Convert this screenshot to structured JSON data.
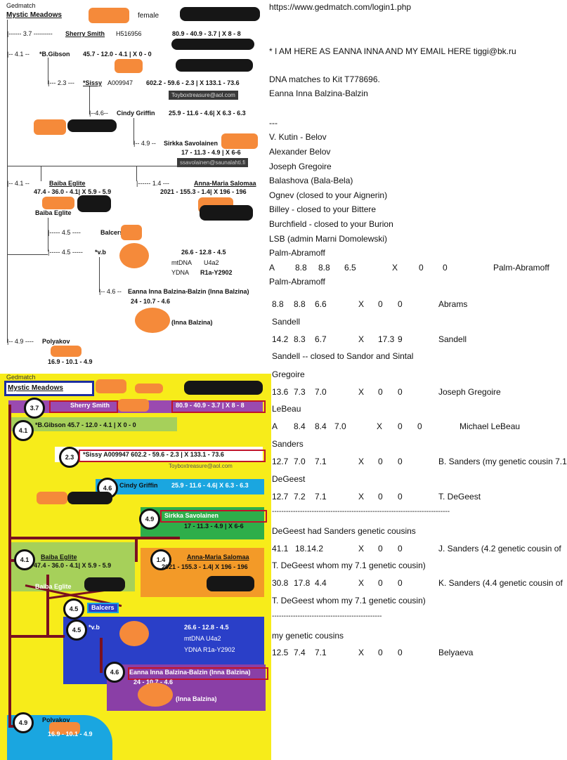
{
  "top_tree": {
    "site": "Gedmatch",
    "title": "Mystic Meadows",
    "gender": "female",
    "rows": [
      {
        "prefix": "|------ 3.7 ---------",
        "name": "Sherry Smith",
        "kit": "H516956",
        "values": "80.9 - 40.9 - 3.7  |  X 8 - 8"
      },
      {
        "prefix": "|-- 4.1 --",
        "name": "*B.Gibson",
        "values": "45.7 - 12.0 - 4.1  |  X  0 - 0"
      },
      {
        "prefix": "|--- 2.3 ---",
        "name": "*Sissy",
        "kit": "A009947",
        "values": "602.2 - 59.6 - 2.3  |  X 133.1 - 73.6",
        "email": "Toyboxtreasure@aol.com"
      },
      {
        "prefix": "|--4.6--",
        "name": "Cindy  Griffin",
        "values": "25.9 - 11.6 - 4.6| X 6.3 - 6.3"
      },
      {
        "prefix": "|-- 4.9 --",
        "name": "Sirkka Savolainen",
        "values": "17 - 11.3 - 4.9 | X 6-6",
        "email": "ssavolainen@saunalahti.fi"
      },
      {
        "prefix": "|-- 4.1 --",
        "name": "Baiba Eglite",
        "values": "47.4 - 36.0 - 4.1| X 5.9 - 5.9",
        "label": "Baiba Eglite"
      },
      {
        "prefix": "|------ 1.4 ---",
        "name": "Anna-Maria  Salomaa",
        "values": "2021 - 155.3 - 1.4| X 196 - 196"
      },
      {
        "prefix": "|----- 4.5 ----",
        "name": "Balcers"
      },
      {
        "prefix": "|----- 4.5 -----",
        "name": "*v.b",
        "values": "26.6 - 12.8 - 4.5",
        "mtdna_label": "mtDNA",
        "mtdna": "U4a2",
        "ydna_label": "YDNA",
        "ydna": "R1a-Y2902"
      },
      {
        "prefix": "|-- 4.6 --",
        "name": "Eanna Inna Balzina-Balzin (Inna Balzina)",
        "values": "24 - 10.7 - 4.6",
        "alias": "(Inna Balzina)"
      },
      {
        "prefix": "|-- 4.9 ----",
        "name": "Polyakov",
        "values": "16.9 - 10.1 - 4.9"
      }
    ]
  },
  "bottom_tree": {
    "site": "Gedmatch",
    "title": "Mystic Meadows",
    "nodes": [
      "3.7",
      "4.1",
      "2.3",
      "4.6",
      "4.9",
      "4.1",
      "1.4",
      "4.5",
      "4.5",
      "4.6",
      "4.9"
    ],
    "labels": {
      "sherry": "Sherry Smith",
      "sherry_vals": "80.9 - 40.9 - 3.7  |  X 8 - 8",
      "gibson": "*B.Gibson   45.7 - 12.0 - 4.1  |  X  0 - 0",
      "sissy": "*Sissy   A009947   602.2 - 59.6 - 2.3  |  X 133.1 - 73.6",
      "cindy": "Cindy  Griffin",
      "cindy_vals": "25.9 - 11.6 - 4.6| X 6.3 - 6.3",
      "sirkka": "Sirkka Savolainen",
      "sirkka_vals": "17 - 11.3 - 4.9 | X 6-6",
      "baiba": "Baiba Eglite",
      "baiba_vals": "47.4 - 36.0 - 4.1| X 5.9 - 5.9",
      "baiba2": "Baiba Eglite",
      "anna": "Anna-Maria  Salomaa",
      "anna_vals": "2021 - 155.3 - 1.4| X 196 - 196",
      "balcers": "Balcers",
      "vb": "*v.b",
      "vb_vals": "26.6 - 12.8 - 4.5",
      "mtdna": "mtDNA    U4a2",
      "ydna": "YDNA    R1a-Y2902",
      "eanna": "Eanna Inna Balzina-Balzin (Inna Balzina)",
      "eanna_vals": "24 - 10.7 - 4.6",
      "inna": "(Inna Balzina)",
      "polyakov": "Polyakov",
      "polyakov_vals": "16.9 - 10.1 - 4.9",
      "email": "Toyboxtreasure@aol.com"
    }
  },
  "notes": {
    "url": "https://www.gedmatch.com/login1.php",
    "iam": "* I AM HERE AS EANNA INNA AND MY EMAIL HERE tiggi@bk.ru",
    "matches": "DNA matches to Kit T778696.",
    "kit_owner": "Eanna Inna Balzina-Balzin",
    "sep": "---",
    "list": [
      "V. Kutin - Belov",
      "Alexander Belov",
      "Joseph Gregoire",
      "Balashova  (Bala-Bela)",
      "Ognev    (closed to your  Aignerin)",
      "Billey  - closed to your Bittere",
      "Burchfield  - closed to your Burion",
      "LSB (admin Marni Domolewski)",
      "Palm-Abramoff"
    ],
    "palm_row": [
      "A",
      "8.8",
      "8.8",
      "6.5",
      "X",
      "0",
      "0",
      "Palm-Abramoff"
    ],
    "palm2": "Palm-Abramoff",
    "abrams_row": [
      "8.8",
      "8.8",
      "6.6",
      "X",
      "0",
      "0",
      "Abrams"
    ],
    "sandell": "Sandell",
    "sandell_row": [
      "14.2",
      "8.3",
      "6.7",
      "X",
      "17.3",
      "9",
      "Sandell"
    ],
    "sandell_note": "Sandell   -- closed to Sandor and Sintal",
    "gregoire": "Gregoire",
    "gregoire_row": [
      "13.6",
      "7.3",
      "7.0",
      "X",
      "0",
      "0",
      "Joseph Gregoire"
    ],
    "lebeau": "LeBeau",
    "lebeau_row": [
      "A",
      "8.4",
      "8.4",
      "7.0",
      "X",
      "0",
      "0",
      "Michael LeBeau"
    ],
    "sanders": "Sanders",
    "sanders_row": [
      "12.7",
      "7.0",
      "7.1",
      "X",
      "0",
      "0",
      "B. Sanders  (my genetic cousin  7.1"
    ],
    "degeest": "DeGeest",
    "degeest_row": [
      "12.7",
      "7.2",
      "7.1",
      "X",
      "0",
      "0",
      "T. DeGeest"
    ],
    "dashes": "----------------------------------------------------------------------------",
    "degeest_note": "DeGeest  had Sanders genetic cousins",
    "j_row": [
      "41.1",
      "18.14.2",
      "X",
      "0",
      "0",
      "J. Sanders  (4.2 genetic cousin of"
    ],
    "j_cont": "T. DeGeest whom my 7.1 genetic cousin)",
    "k_row": [
      "30.8",
      "17.8",
      "4.4",
      "X",
      "0",
      "0",
      "K. Sanders  (4.4 genetic cousin of"
    ],
    "k_cont": "T. DeGeest whom my 7.1 genetic cousin)",
    "dashes2": "-----------------------------------------------",
    "my_cousins": "my genetic cousins",
    "bel_row": [
      "12.5",
      "7.4",
      "7.1",
      "X",
      "0",
      "0",
      "Belyaeva"
    ]
  },
  "colors": {
    "panel": "#f7ec1a",
    "orange": "#f58a3a",
    "red": "#c0142a",
    "maroon": "#7a1020",
    "purple": "#8a3fa6",
    "green": "#7fc241",
    "blue": "#2450c8",
    "cyan": "#1aa6e0"
  }
}
